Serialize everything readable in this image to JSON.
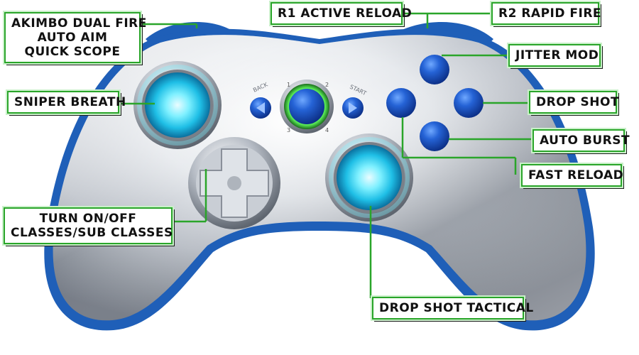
{
  "labels": {
    "akimbo": [
      "Akimbo Dual Fire",
      "Auto Aim",
      "Quick Scope"
    ],
    "sniper_breath": "Sniper Breath",
    "r1": "R1 Active Reload",
    "r2": "R2 Rapid Fire",
    "jitter": "Jitter Mod",
    "drop_shot": "Drop Shot",
    "auto_burst": "Auto Burst",
    "fast_reload": "Fast Reload",
    "turn_on_off": [
      "Turn On/Off",
      "Classes/Sub Classes"
    ],
    "drop_shot_tactical": "Drop Shot Tactical"
  },
  "controller": {
    "body_color": "#d7dbe0",
    "trim_color": "#1f5fb8",
    "button_color": "#1d57c6",
    "led_glow_color": "#35d7f5",
    "guide_ring_color": "#38c33a"
  },
  "face_text": {
    "back": "BACK",
    "start": "START",
    "quad_1": "1",
    "quad_2": "2",
    "quad_3": "3",
    "quad_4": "4"
  },
  "connector_color": "#2aa52a"
}
